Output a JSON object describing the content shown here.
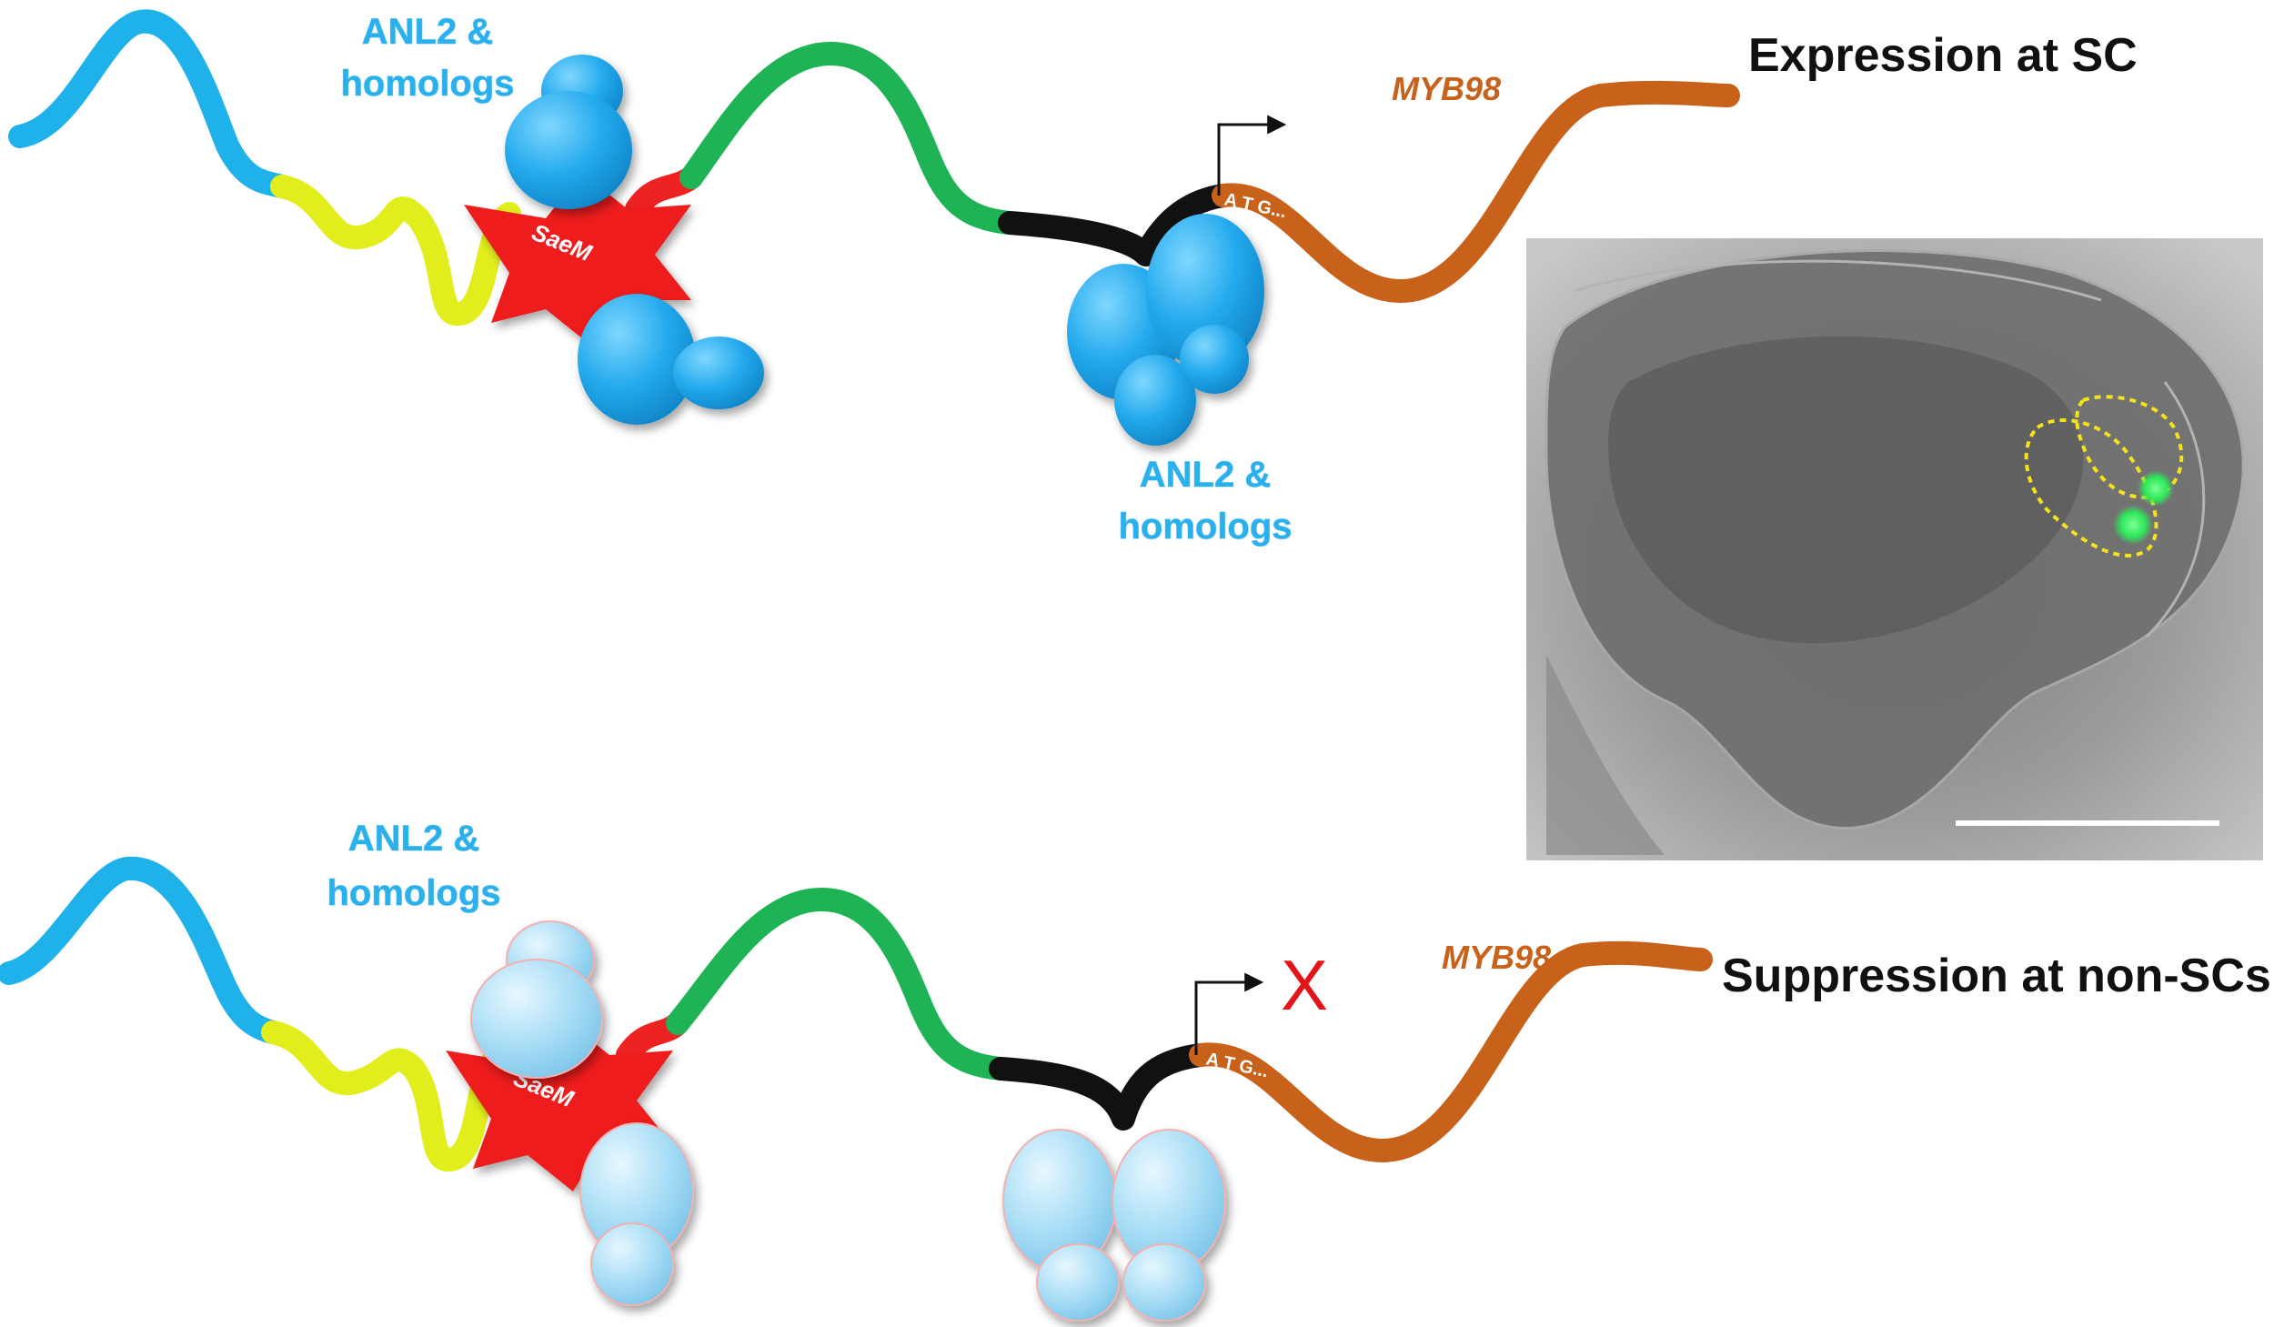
{
  "top": {
    "label_upstream": [
      "ANL2 &",
      "homologs"
    ],
    "label_downstream": [
      "ANL2 &",
      "homologs"
    ],
    "element": "SaeM",
    "start_codon": "A T G...",
    "gene": "MYB98",
    "title": "Expression at SC"
  },
  "bottom": {
    "label_upstream": [
      "ANL2 &",
      "homologs"
    ],
    "element": "SaeM",
    "start_codon": "A T G...",
    "gene": "MYB98",
    "blocked_mark": "X",
    "title": "Suppression at non-SCs"
  },
  "colors": {
    "dna_upstream": "#1fb2ea",
    "dna_yellow": "#e2ee1c",
    "dna_red": "#ee2222",
    "dna_green": "#1eb455",
    "dna_black": "#111111",
    "dna_gene": "#c8621a",
    "protein_active": "#21aaed",
    "protein_inactive": "#a6dcf5",
    "element_star": "#ee1b1b",
    "sc_marker": "#2ee85a",
    "outline_dotted": "#f3e21c"
  },
  "icons": {
    "tss": "transcription-start-arrow-icon",
    "block": "blocked-x-icon"
  }
}
